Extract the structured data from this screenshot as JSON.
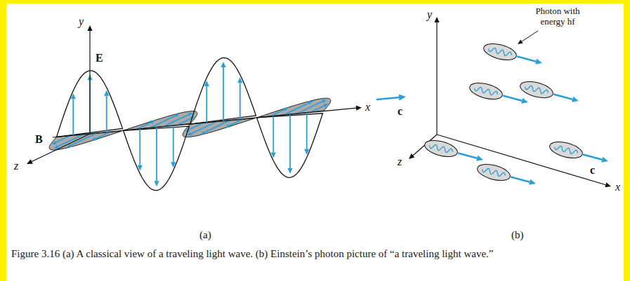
{
  "diagram": {
    "caption": "Figure 3.16 (a) A classical view of a traveling light wave. (b) Einstein’s photon picture of “a traveling light wave.”",
    "labels": [
      "y",
      "E",
      "B",
      "z",
      "x",
      "c",
      "(a)",
      "Photon with energy hf",
      "y",
      "z",
      "x",
      "c",
      "(b)"
    ]
  }
}
